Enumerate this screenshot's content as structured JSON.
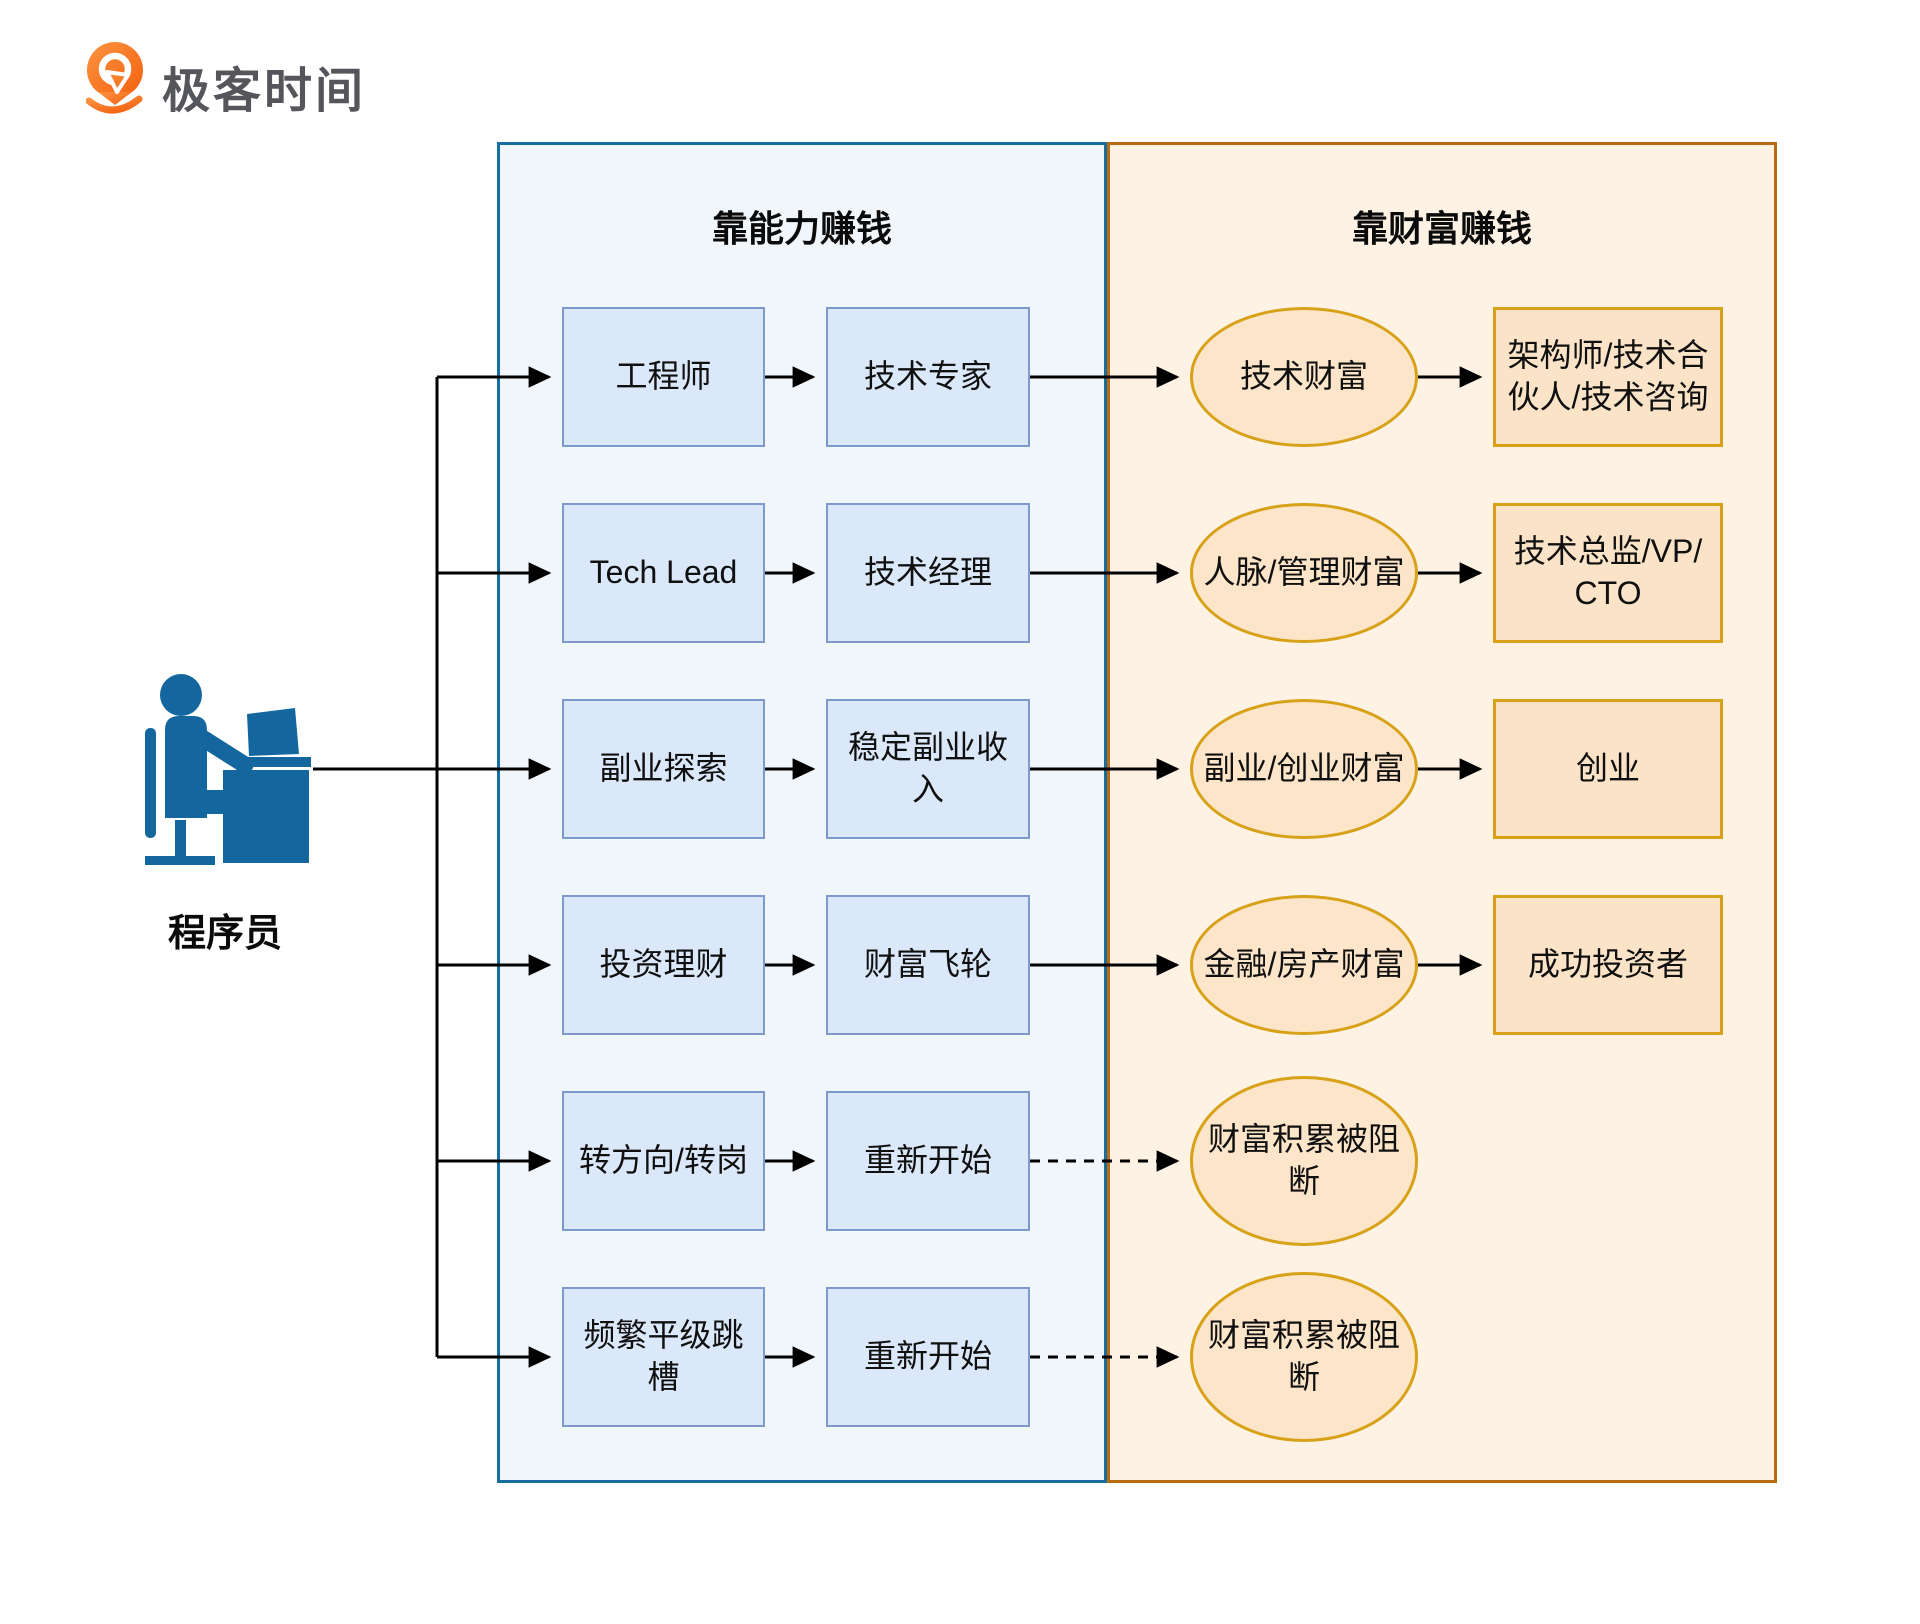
{
  "logo": {
    "brand": "极客时间"
  },
  "actor": {
    "label": "程序员"
  },
  "sections": {
    "ability": {
      "title": "靠能力赚钱"
    },
    "wealth": {
      "title": "靠财富赚钱"
    }
  },
  "flows": [
    {
      "stage1": "工程师",
      "stage2": "技术专家",
      "wealth": "技术财富",
      "outcome": "架构师/技术合伙人/技术咨询",
      "blocked": false
    },
    {
      "stage1": "Tech Lead",
      "stage2": "技术经理",
      "wealth": "人脉/管理财富",
      "outcome": "技术总监/VP/CTO",
      "blocked": false
    },
    {
      "stage1": "副业探索",
      "stage2": "稳定副业收入",
      "wealth": "副业/创业财富",
      "outcome": "创业",
      "blocked": false
    },
    {
      "stage1": "投资理财",
      "stage2": "财富飞轮",
      "wealth": "金融/房产财富",
      "outcome": "成功投资者",
      "blocked": false
    },
    {
      "stage1": "转方向/转岗",
      "stage2": "重新开始",
      "wealth": "财富积累被阻断",
      "outcome": "",
      "blocked": true
    },
    {
      "stage1": "频繁平级跳槽",
      "stage2": "重新开始",
      "wealth": "财富积累被阻断",
      "outcome": "",
      "blocked": true
    }
  ],
  "colors": {
    "blue_node_fill": "#DBE8F9",
    "blue_node_border": "#7E9ACC",
    "ability_panel_fill": "#F1F6FB",
    "ability_panel_border": "#176D9D",
    "wealth_panel_fill": "#FDF2E4",
    "wealth_panel_border": "#B96B12",
    "gold_border": "#D7A118",
    "ellipse_fill": "#FCE5C9",
    "orange_node_fill": "#FBE3C7",
    "person_blue": "#14679E",
    "logo_orange": "#F4600F",
    "arrow": "#000000"
  }
}
